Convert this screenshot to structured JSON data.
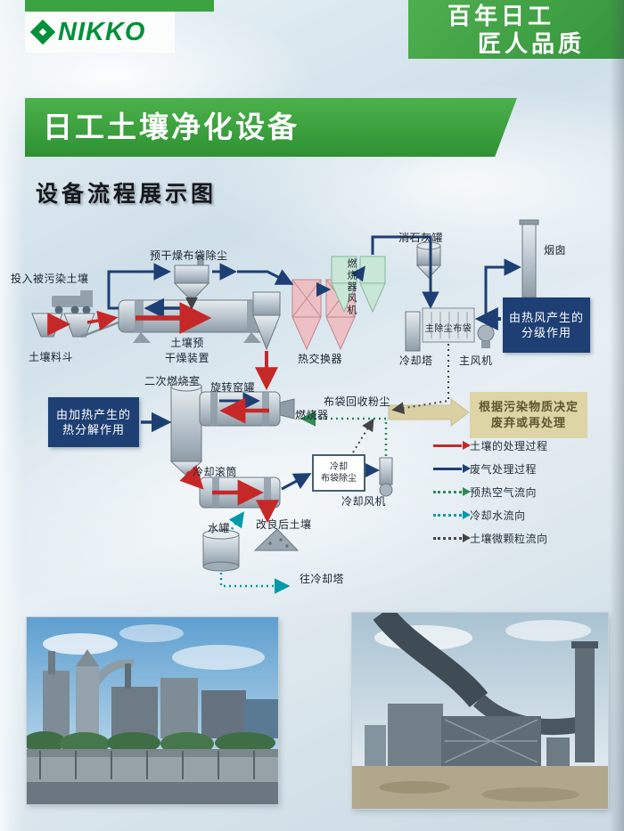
{
  "header": {
    "logo_text": "NIKKO",
    "slogan_line1": "百年日工",
    "slogan_line2": "匠人品质",
    "title_banner": "日工土壤净化设备",
    "section_title": "设备流程展示图"
  },
  "diagram": {
    "labels": {
      "input_soil": "投入被污染土壤",
      "soil_hopper": "土壤料斗",
      "predry_bag_dust": "预干燥布袋除尘",
      "soil_predryer_l1": "土壤预",
      "soil_predryer_l2": "干燥装置",
      "heat_exchanger": "热交换器",
      "burner_fan": "燃烧器风机",
      "slaked_lime_tank": "消石灰罐",
      "chimney": "烟囱",
      "main_dust_bag": "主除尘布袋",
      "cooling_tower": "冷却塔",
      "main_fan": "主风机",
      "secondary_combustion": "二次燃烧室",
      "rotary_kiln": "旋转窑罐",
      "burner": "燃烧器",
      "bag_recovered_dust": "布袋回收粉尘",
      "cooling_drum": "冷却滚筒",
      "cooling_bag_l1": "冷却",
      "cooling_bag_l2": "布袋除尘",
      "cooling_fan": "冷却风机",
      "improved_soil": "改良后土壤",
      "water_tank": "水罐",
      "to_cooling_tower": "往冷却塔"
    },
    "notes": {
      "hot_air_l1": "由热风产生的",
      "hot_air_l2": "分级作用",
      "heating_l1": "由加热产生的",
      "heating_l2": "热分解作用",
      "pollutant_l1": "根据污染物质决定",
      "pollutant_l2": "废弃或再处理"
    },
    "legend": [
      {
        "label": "土壤的处理过程",
        "color": "#c62828",
        "style": "solid"
      },
      {
        "label": "废气处理过程",
        "color": "#1d3f73",
        "style": "solid"
      },
      {
        "label": "预热空气流向",
        "color": "#2e8b57",
        "style": "dotted"
      },
      {
        "label": "冷却水流向",
        "color": "#009aa8",
        "style": "dotted"
      },
      {
        "label": "土壤微颗粒流向",
        "color": "#444444",
        "style": "dotted"
      }
    ]
  },
  "colors": {
    "nikko_green": "#00913a",
    "banner_green": "#3aa03e",
    "note_blue": "#1d3f73",
    "note_tan": "#ddd5a6",
    "soil_red": "#c62828",
    "gas_blue": "#1d3f73"
  }
}
